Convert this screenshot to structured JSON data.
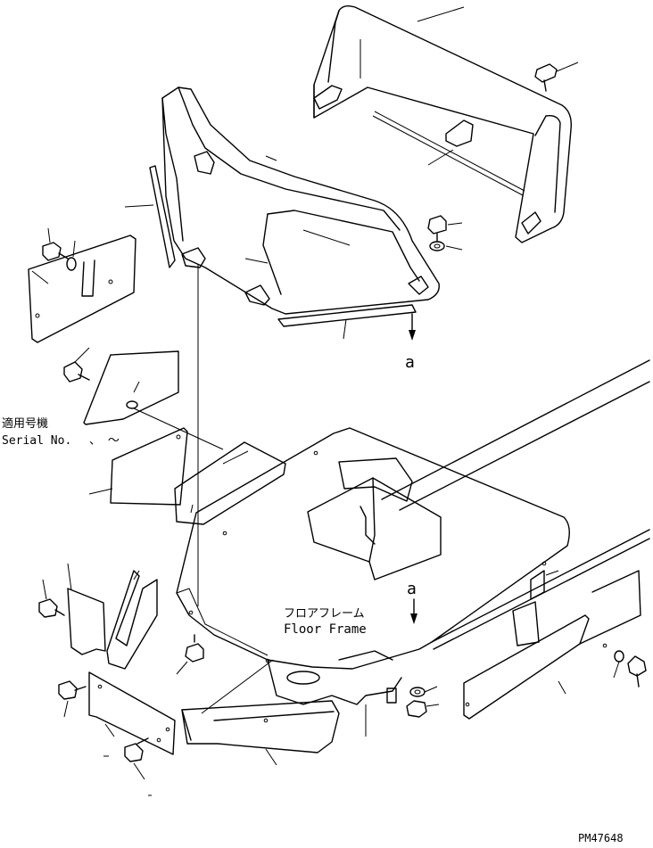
{
  "labels": {
    "floor_frame_jp": "フロアフレーム",
    "floor_frame_en": "Floor Frame",
    "serial_jp": "適用号機",
    "serial_en": "Serial No.",
    "serial_mark": "、 ～",
    "ref_a_top": "a",
    "ref_a_mid": "a",
    "drawing_number": "PM47648"
  },
  "icons": {
    "arrow": "arrow-down-icon",
    "bolt": "bolt-icon",
    "washer": "washer-icon",
    "nut": "nut-icon"
  },
  "colors": {
    "line": "#000000",
    "background": "#ffffff"
  }
}
